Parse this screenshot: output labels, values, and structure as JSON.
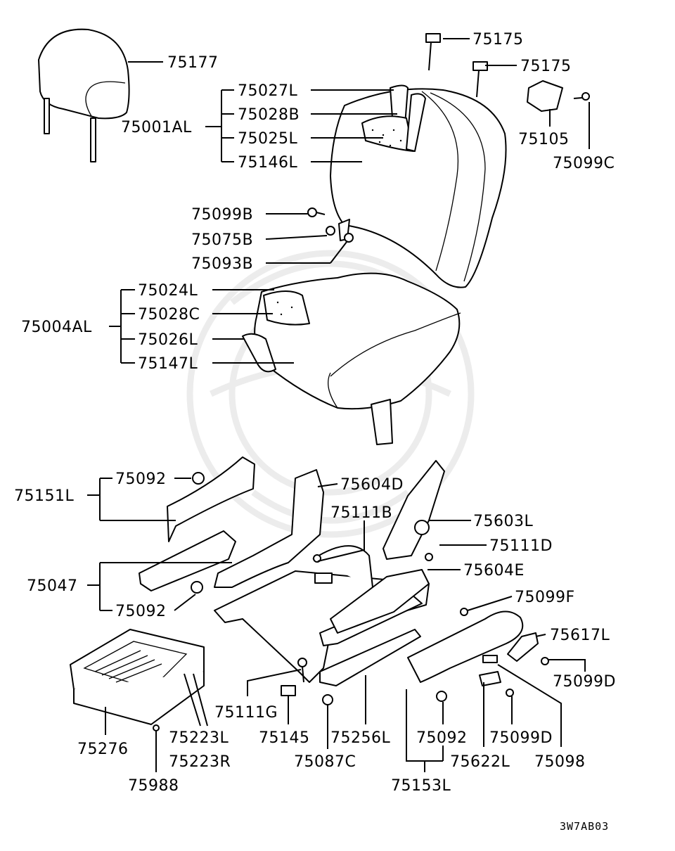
{
  "diagram": {
    "code": "3W7AB03",
    "labels": {
      "l75177": "75177",
      "l75001al": "75001AL",
      "l75175a": "75175",
      "l75175b": "75175",
      "l75027l": "75027L",
      "l75028b": "75028B",
      "l75025l": "75025L",
      "l75146l": "75146L",
      "l75105": "75105",
      "l75099c": "75099C",
      "l75099b": "75099B",
      "l75075b": "75075B",
      "l75093b": "75093B",
      "l75024l": "75024L",
      "l75028c": "75028C",
      "l75026l": "75026L",
      "l75147l": "75147L",
      "l75004al": "75004AL",
      "l75092a": "75092",
      "l75151l": "75151L",
      "l75604d": "75604D",
      "l75111b": "75111B",
      "l75603l": "75603L",
      "l75111d": "75111D",
      "l75604e": "75604E",
      "l75047": "75047",
      "l75092b": "75092",
      "l75099f": "75099F",
      "l75617l": "75617L",
      "l75099d_a": "75099D",
      "l75111g": "75111G",
      "l75145": "75145",
      "l75256l": "75256L",
      "l75092c": "75092",
      "l75099d_b": "75099D",
      "l75276": "75276",
      "l75223l": "75223L",
      "l75223r": "75223R",
      "l75087c": "75087C",
      "l75622l": "75622L",
      "l75098": "75098",
      "l75988": "75988",
      "l75153l": "75153L"
    }
  }
}
